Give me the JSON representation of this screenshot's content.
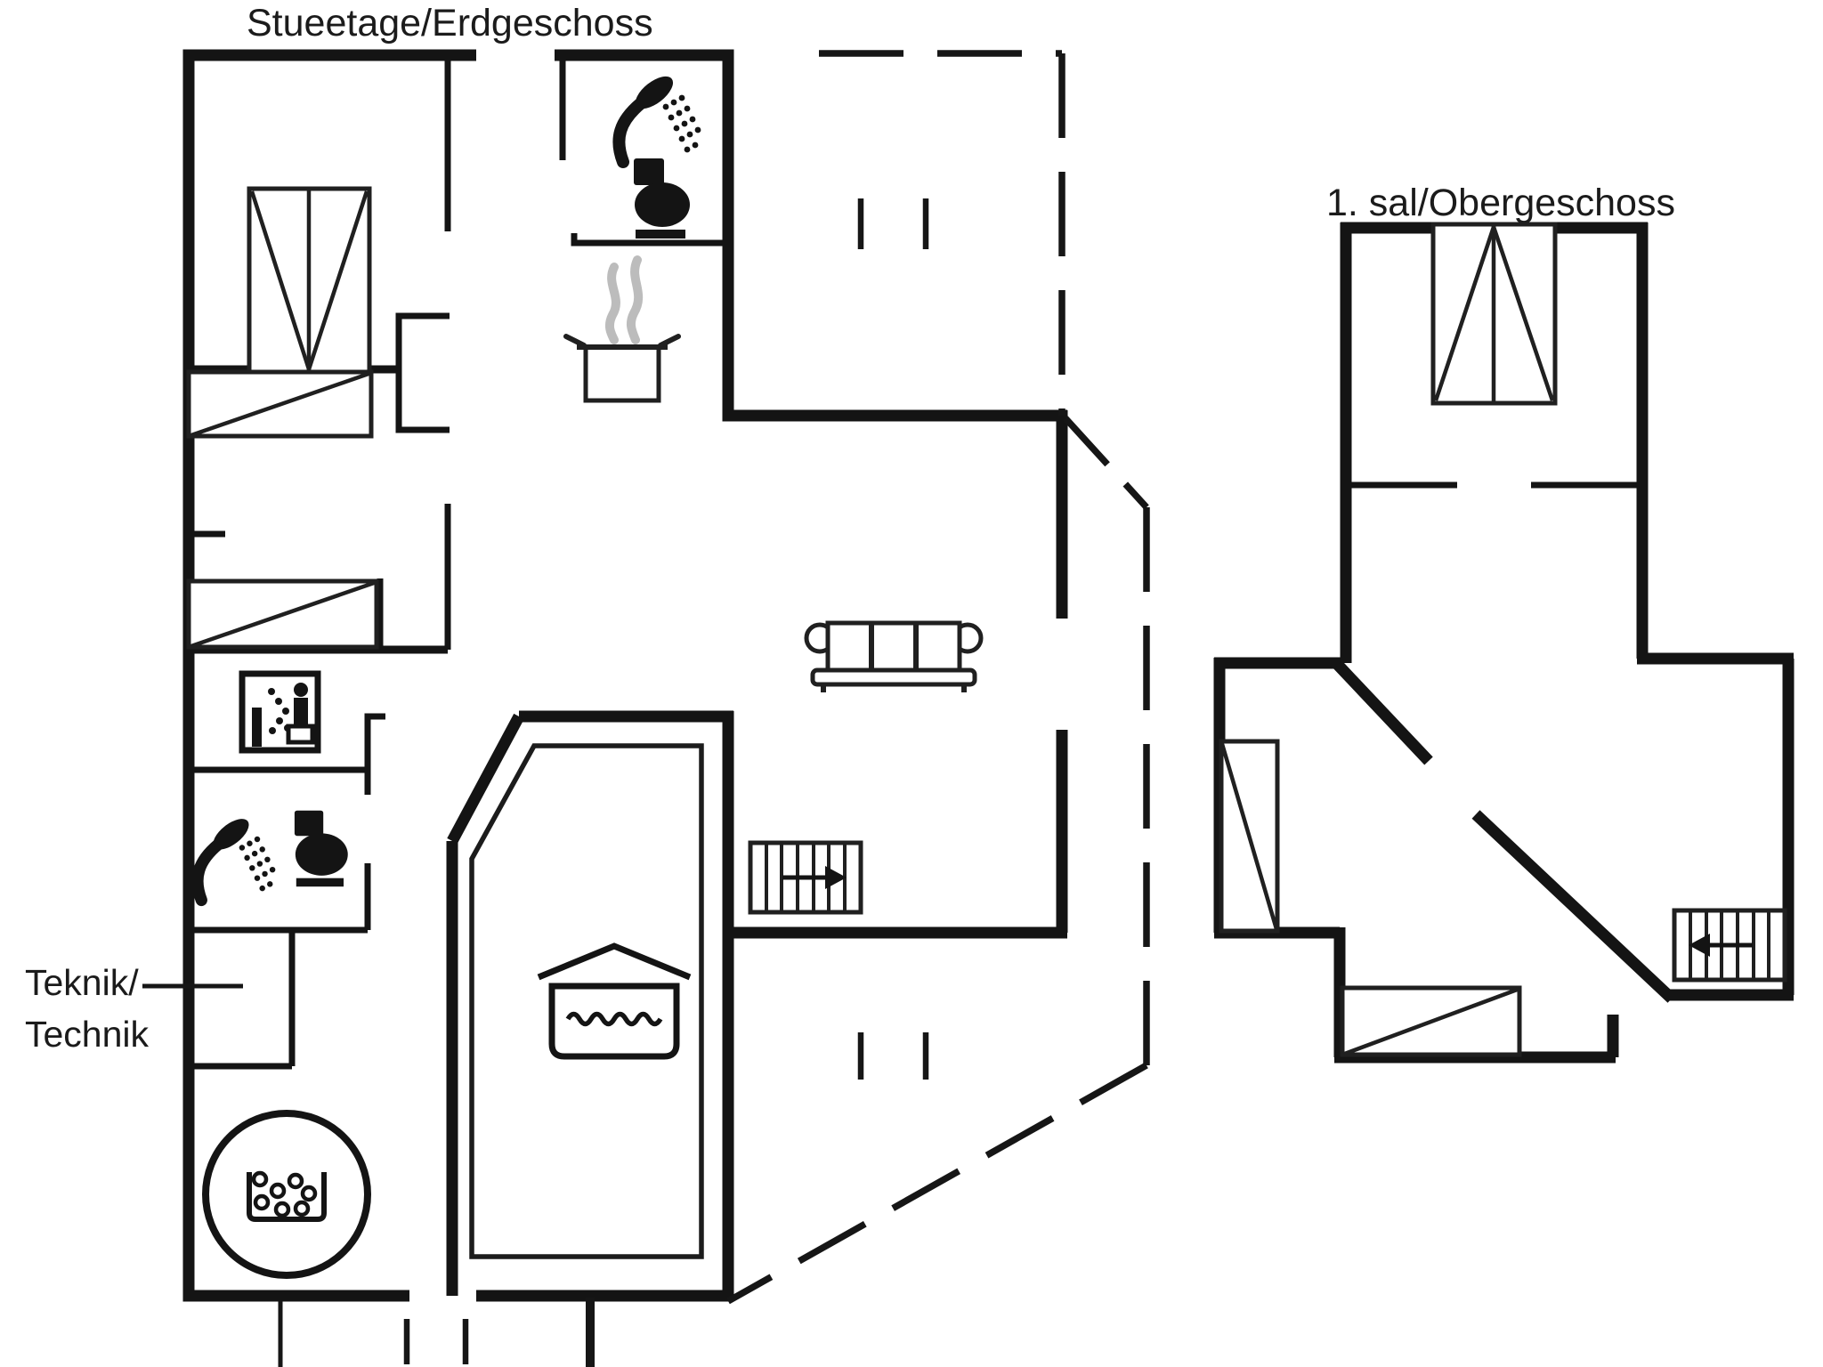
{
  "document": {
    "type": "floor-plan",
    "background_color": "#ffffff",
    "line_color": "#141414",
    "steam_color": "#bcbcbc"
  },
  "floors": {
    "ground": {
      "title": "Stueetage/Erdgeschoss"
    },
    "upper": {
      "title": "1. sal/Obergeschoss"
    }
  },
  "labels": {
    "technical_room": {
      "line1": "Teknik/",
      "line2": "Technik"
    }
  },
  "icons": [
    "shower-icon",
    "toilet-icon",
    "cooking-pot-icon",
    "steam-icon",
    "sauna-icon",
    "wood-stove-icon",
    "water-tank-icon",
    "sofa-icon",
    "stairs-icon",
    "wardrobe-icon",
    "bed-icon"
  ]
}
